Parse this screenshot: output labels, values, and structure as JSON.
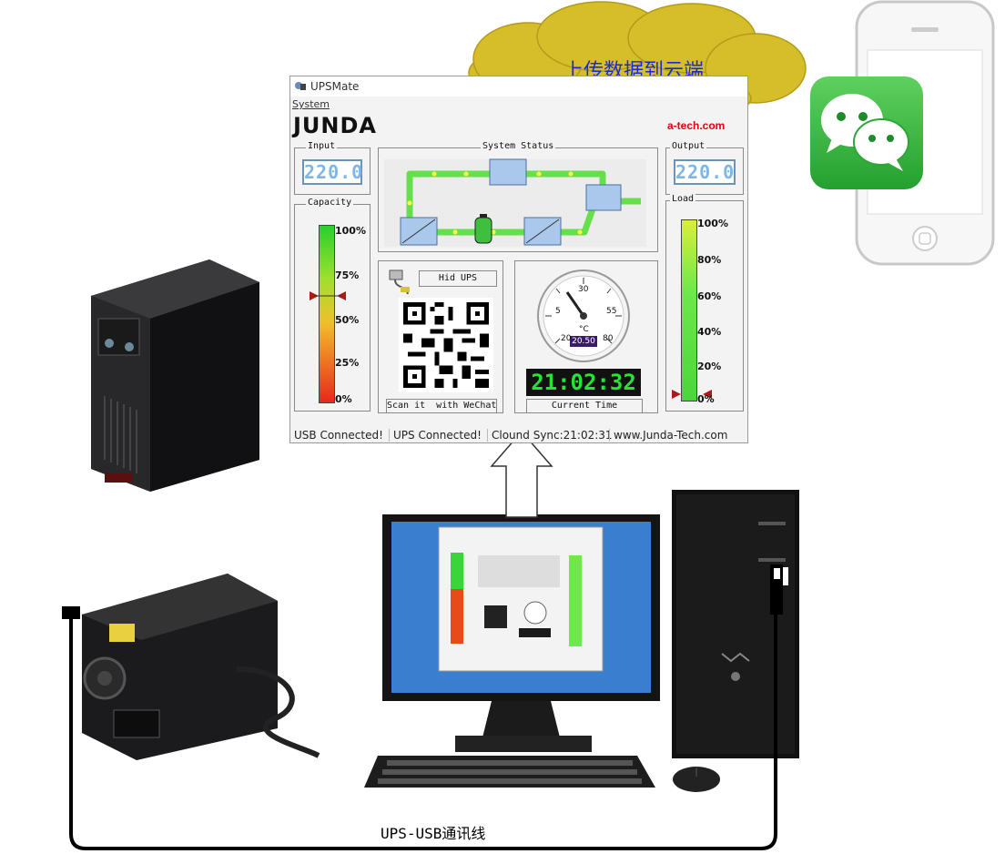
{
  "cloud_label": "上传数据到云端",
  "app": {
    "title": "UPSMate",
    "menu": "System",
    "logo": "JUNDA",
    "site_red": "a-tech.com",
    "input": {
      "title": "Input",
      "value": "220.0"
    },
    "output": {
      "title": "Output",
      "value": "220.0"
    },
    "system_status": {
      "title": "System Status"
    },
    "capacity": {
      "title": "Capacity",
      "ticks": [
        "100%",
        "75%",
        "50%",
        "25%",
        "0%"
      ],
      "level_pct": 67
    },
    "load": {
      "title": "Load",
      "ticks": [
        "100%",
        "80%",
        "60%",
        "40%",
        "20%",
        "0%"
      ],
      "level_pct": 8
    },
    "hid_label": "Hid UPS",
    "qr_caption": "Scan it  with WeChat",
    "gauge": {
      "ticks": [
        "30",
        "5",
        "55",
        "20",
        "80"
      ],
      "unit": "°C",
      "value": "20.50"
    },
    "clock_value": "21:02:32",
    "clock_caption": "Current Time",
    "status_bar": [
      "USB Connected!",
      "UPS Connected!",
      "Clound Sync:21:02:31",
      "www.Junda-Tech.com"
    ]
  },
  "cable_label": "UPS-USB通讯线",
  "colors": {
    "cloud": "#d6be2a",
    "wechat": "#3bb54a",
    "pipe": "#66e04a",
    "lcd": "#7fb6e8"
  }
}
